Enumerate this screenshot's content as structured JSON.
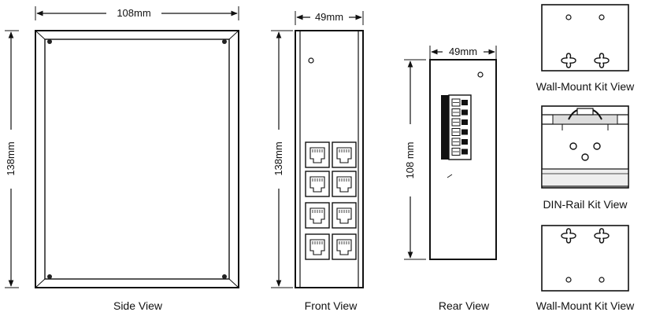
{
  "side_view": {
    "caption": "Side View",
    "width_dim": "108mm",
    "height_dim": "138mm"
  },
  "front_view": {
    "caption": "Front View",
    "width_dim": "49mm",
    "height_dim": "138mm"
  },
  "rear_view": {
    "caption": "Rear View",
    "width_dim": "49mm",
    "height_dim": "108 mm"
  },
  "kits": {
    "wall_top": "Wall-Mount Kit View",
    "din_rail": "DIN-Rail Kit View",
    "wall_bottom": "Wall-Mount Kit View"
  }
}
